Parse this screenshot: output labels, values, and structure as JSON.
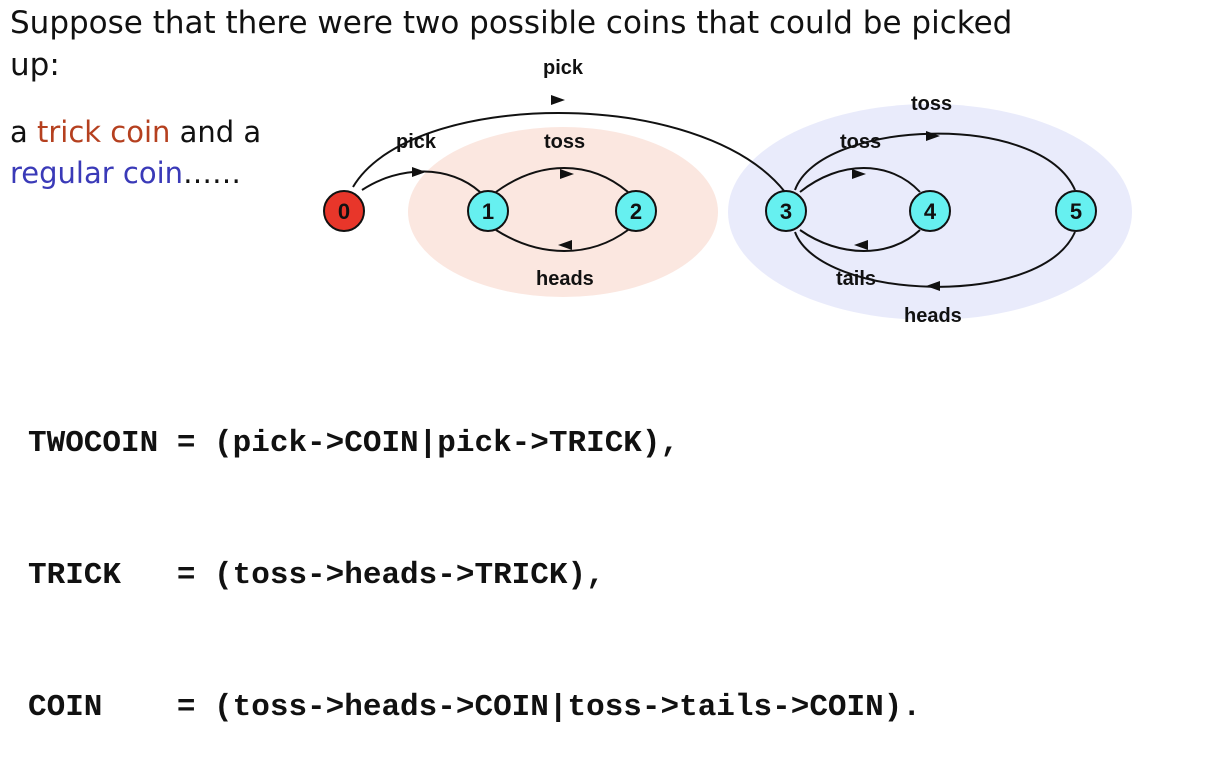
{
  "intro": {
    "text": "Suppose that there were two possible coins that could be picked up:"
  },
  "coins": {
    "prefix": "a ",
    "trick": "trick coin",
    "middle": " and a",
    "regular": "regular coin",
    "suffix": "……"
  },
  "colors": {
    "trick_region": "#fbe7e0",
    "coin_region": "#e9ebfb",
    "start_node": "#e8362a",
    "state_node": "#66f0f0",
    "trick_text": "#b5401f",
    "regular_text": "#3a3ab8"
  },
  "diagram": {
    "nodes": [
      {
        "id": "0",
        "label": "0",
        "start": true
      },
      {
        "id": "1",
        "label": "1"
      },
      {
        "id": "2",
        "label": "2"
      },
      {
        "id": "3",
        "label": "3"
      },
      {
        "id": "4",
        "label": "4"
      },
      {
        "id": "5",
        "label": "5"
      }
    ],
    "edges": [
      {
        "from": "0",
        "to": "3",
        "label": "pick"
      },
      {
        "from": "0",
        "to": "1",
        "label": "pick"
      },
      {
        "from": "1",
        "to": "2",
        "label": "toss"
      },
      {
        "from": "2",
        "to": "1",
        "label": "heads"
      },
      {
        "from": "3",
        "to": "4",
        "label": "toss"
      },
      {
        "from": "4",
        "to": "3",
        "label": "tails"
      },
      {
        "from": "3",
        "to": "5",
        "label": "toss"
      },
      {
        "from": "5",
        "to": "3",
        "label": "heads"
      }
    ]
  },
  "code": {
    "lines": [
      "TWOCOIN = (pick->COIN|pick->TRICK),",
      "TRICK   = (toss->heads->TRICK),",
      "COIN    = (toss->heads->COIN|toss->tails->COIN)."
    ]
  }
}
